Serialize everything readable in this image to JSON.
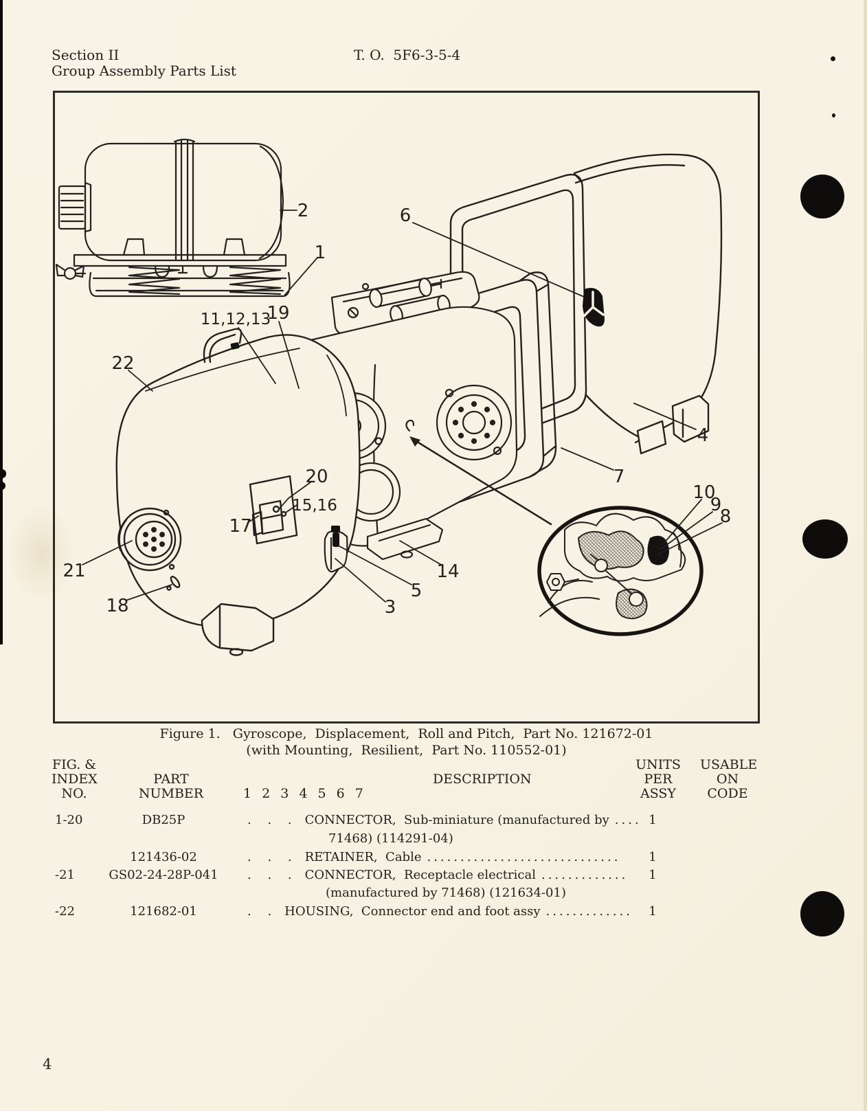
{
  "page": {
    "section_line1": "Section II",
    "section_line2": "Group Assembly Parts List",
    "to_number": "T. O.  5F6-3-5-4",
    "page_number": "4"
  },
  "figure": {
    "caption_line1": "Figure 1.   Gyroscope,  Displacement,  Roll and Pitch,  Part No. 121672-01",
    "caption_line2": "(with Mounting,  Resilient,  Part No. 110552-01)",
    "callouts": {
      "c1": "1",
      "c2": "2",
      "c3": "3",
      "c4": "4",
      "c5": "5",
      "c6": "6",
      "c7": "7",
      "c8": "8",
      "c9": "9",
      "c10": "10",
      "c11_12_13": "11,12,13",
      "c14": "14",
      "c15_16": "15,16",
      "c17": "17",
      "c18": "18",
      "c19": "19",
      "c20": "20",
      "c21": "21",
      "c22": "22"
    }
  },
  "table": {
    "head": {
      "fig": [
        "FIG. &",
        "INDEX",
        "NO."
      ],
      "part": [
        "PART",
        "NUMBER"
      ],
      "levels": "1 2 3 4 5 6 7",
      "description": "DESCRIPTION",
      "units": [
        "UNITS",
        "PER",
        "ASSY"
      ],
      "usable": [
        "USABLE",
        "ON",
        "CODE"
      ]
    },
    "rows": [
      {
        "index": "1-20",
        "part": "DB25P",
        "dots": ". . .",
        "desc": "CONNECTOR,  Sub-miniature (manufactured by",
        "leader": "....",
        "units": "1"
      },
      {
        "cont": "71468) (114291-04)"
      },
      {
        "index": "",
        "part": "121436-02",
        "dots": ". . .",
        "desc": "RETAINER,  Cable",
        "leader": ".............................",
        "units": "1"
      },
      {
        "index": "-21",
        "part": "GS02-24-28P-041",
        "dots": ". . .",
        "desc": "CONNECTOR,  Receptacle electrical",
        "leader": ".............",
        "units": "1"
      },
      {
        "cont": "(manufactured by 71468) (121634-01)"
      },
      {
        "index": "-22",
        "part": "121682-01",
        "dots": ". .",
        "desc": "HOUSING,  Connector end and foot assy",
        "leader": ".............",
        "units": "1"
      }
    ]
  },
  "colors": {
    "paper": "#f7f2e3",
    "ink": "#23211e"
  }
}
